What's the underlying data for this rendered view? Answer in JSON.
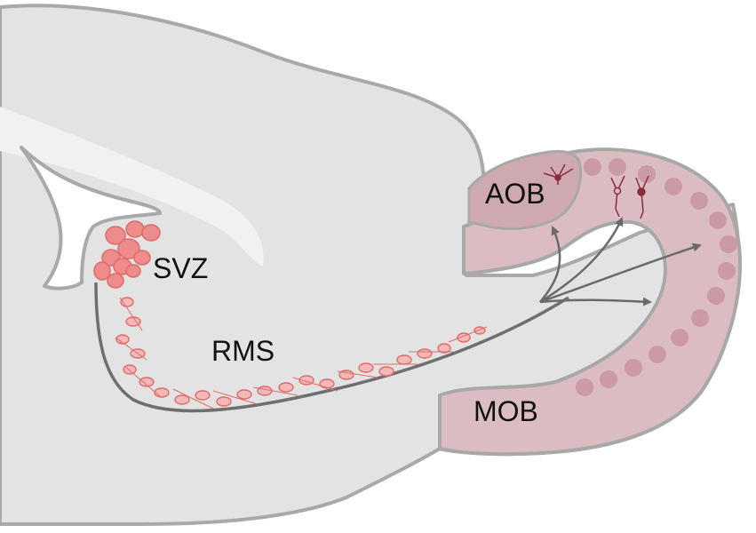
{
  "labels": {
    "svz": "SVZ",
    "rms": "RMS",
    "aob": "AOB",
    "mob": "MOB"
  },
  "colors": {
    "brain_fill": "#e3e3e3",
    "brain_stroke": "#a9a9a9",
    "highlight": "#f1f1f1",
    "bulb_fill": "#dcbcc3",
    "bulb_dark": "#cfa9b2",
    "bulb_stroke": "#a8a8a8",
    "cell_fill": "#f3b8b8",
    "cell_stroke": "#e06b6b",
    "cluster_fill": "#ee8c8c",
    "arrow": "#6a6a6a",
    "neuron": "#8a2c3e",
    "glomerulus": "#cc9aa6"
  },
  "icons": {
    "migration_arrows": "arrow-icon",
    "neuron": "neuron-icon"
  }
}
